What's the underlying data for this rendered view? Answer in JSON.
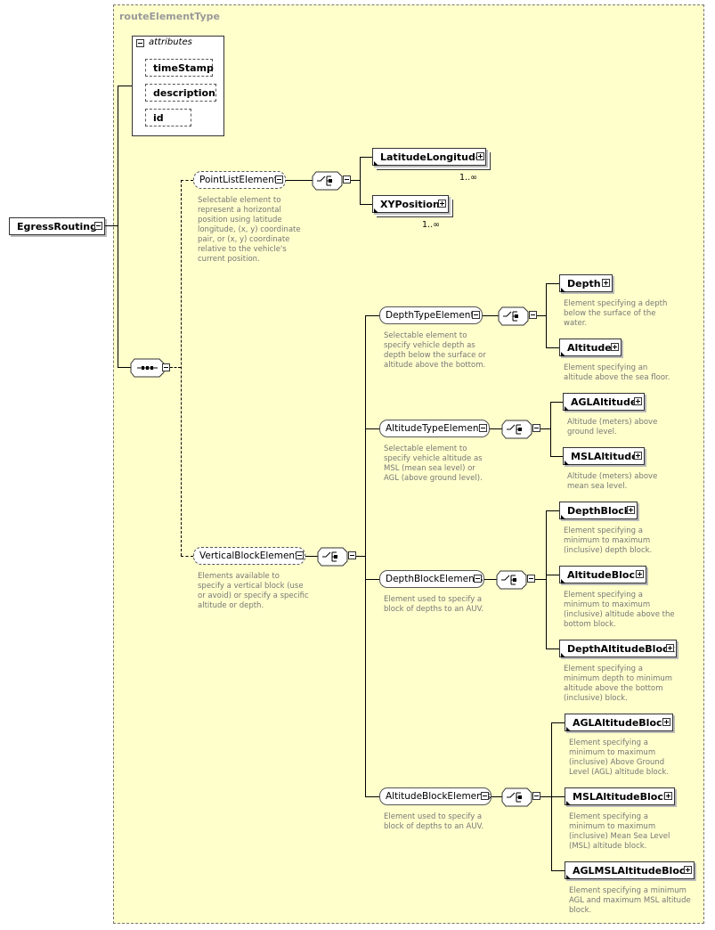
{
  "type_name": "routeElementType",
  "root": "EgressRouting",
  "attributes_label": "attributes",
  "attributes": [
    "timeStamp",
    "description",
    "id"
  ],
  "point_list": {
    "label": "PointListElements",
    "desc": "Selectable element to\nrepresent a horizontal\nposition using latitude\nlongitude, (x, y) coordinate\npair, or (x, y) coordinate\nrelative to the vehicle's\ncurrent position.",
    "items": [
      {
        "label": "LatitudeLongitude",
        "card": "1..∞"
      },
      {
        "label": "XYPosition",
        "card": "1..∞"
      }
    ]
  },
  "vertical_block": {
    "label": "VerticalBlockElements",
    "desc": "Elements available to\nspecify a vertical block (use\nor avoid) or specify a specific\naltitude or depth."
  },
  "depth_type": {
    "label": "DepthTypeElements",
    "desc": "Selectable element to\nspecify vehicle depth as\ndepth below the surface or\naltitude above the bottom.",
    "items": [
      {
        "label": "Depth",
        "desc": "Element specifying a depth\nbelow the surface of the\nwater."
      },
      {
        "label": "Altitude",
        "desc": "Element specifying an\naltitude above the sea floor."
      }
    ]
  },
  "altitude_type": {
    "label": "AltitudeTypeElements",
    "desc": "Selectable element to\nspecify vehicle altitude as\nMSL (mean sea level) or\nAGL (above ground level).",
    "items": [
      {
        "label": "AGLAltitude",
        "desc": "Altitude (meters) above\nground level."
      },
      {
        "label": "MSLAltitude",
        "desc": "Altitude (meters) above\nmean sea level."
      }
    ]
  },
  "depth_block": {
    "label": "DepthBlockElements",
    "desc": "Element used to specify a\nblock of depths to an AUV.",
    "items": [
      {
        "label": "DepthBlock",
        "desc": "Element specifying a\nminimum to maximum\n(inclusive) depth block."
      },
      {
        "label": "AltitudeBlock",
        "desc": "Element specifying a\nminimum to maximum\n(inclusive) altitude above the\nbottom block."
      },
      {
        "label": "DepthAltitudeBlock",
        "desc": "Element specifying a\nminimum depth to minimum\naltitude above the bottom\n(inclusive) block."
      }
    ]
  },
  "altitude_block": {
    "label": "AltitudeBlockElements",
    "desc": "Element used to specify a\nblock of depths to an AUV.",
    "items": [
      {
        "label": "AGLAltitudeBlock",
        "desc": "Element specifying a\nminimum to maximum\n(inclusive) Above Ground\nLevel (AGL) altitude block."
      },
      {
        "label": "MSLAltitudeBlock",
        "desc": "Element specifying a\nminimum to maximum\n(inclusive) Mean Sea Level\n(MSL) altitude block."
      },
      {
        "label": "AGLMSLAltitudeBlock",
        "desc": "Element specifying a minimum\nAGL and maximum MSL altitude\nblock."
      }
    ]
  }
}
